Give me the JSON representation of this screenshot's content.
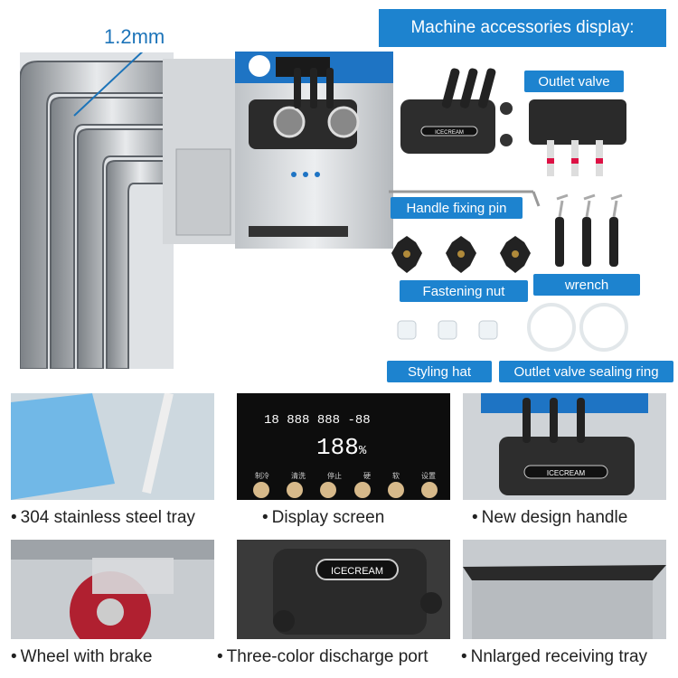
{
  "thickness": "1.2mm",
  "header": "Machine accessories display:",
  "machine_brand": "ICECREAM",
  "accessories": {
    "outlet_valve": "Outlet valve",
    "handle_fixing_pin": "Handle fixing pin",
    "fastening_nut": "Fastening nut",
    "wrench": "wrench",
    "styling_hat": "Styling hat",
    "sealing_ring": "Outlet valve sealing ring"
  },
  "features": [
    "304 stainless steel tray",
    "Display screen",
    "New design handle",
    "Wheel with brake",
    "Three-color discharge port",
    "Nnlarged receiving tray"
  ],
  "display": {
    "digits_left": "18",
    "digits_mid": "888",
    "digits_right": "888",
    "temp": "-88",
    "percent": "188",
    "button_labels": [
      "制冷",
      "清洗",
      "停止",
      "硬",
      "软",
      "设置"
    ]
  },
  "colors": {
    "accent": "#1d83cf",
    "steel": "#c9ccd0"
  }
}
